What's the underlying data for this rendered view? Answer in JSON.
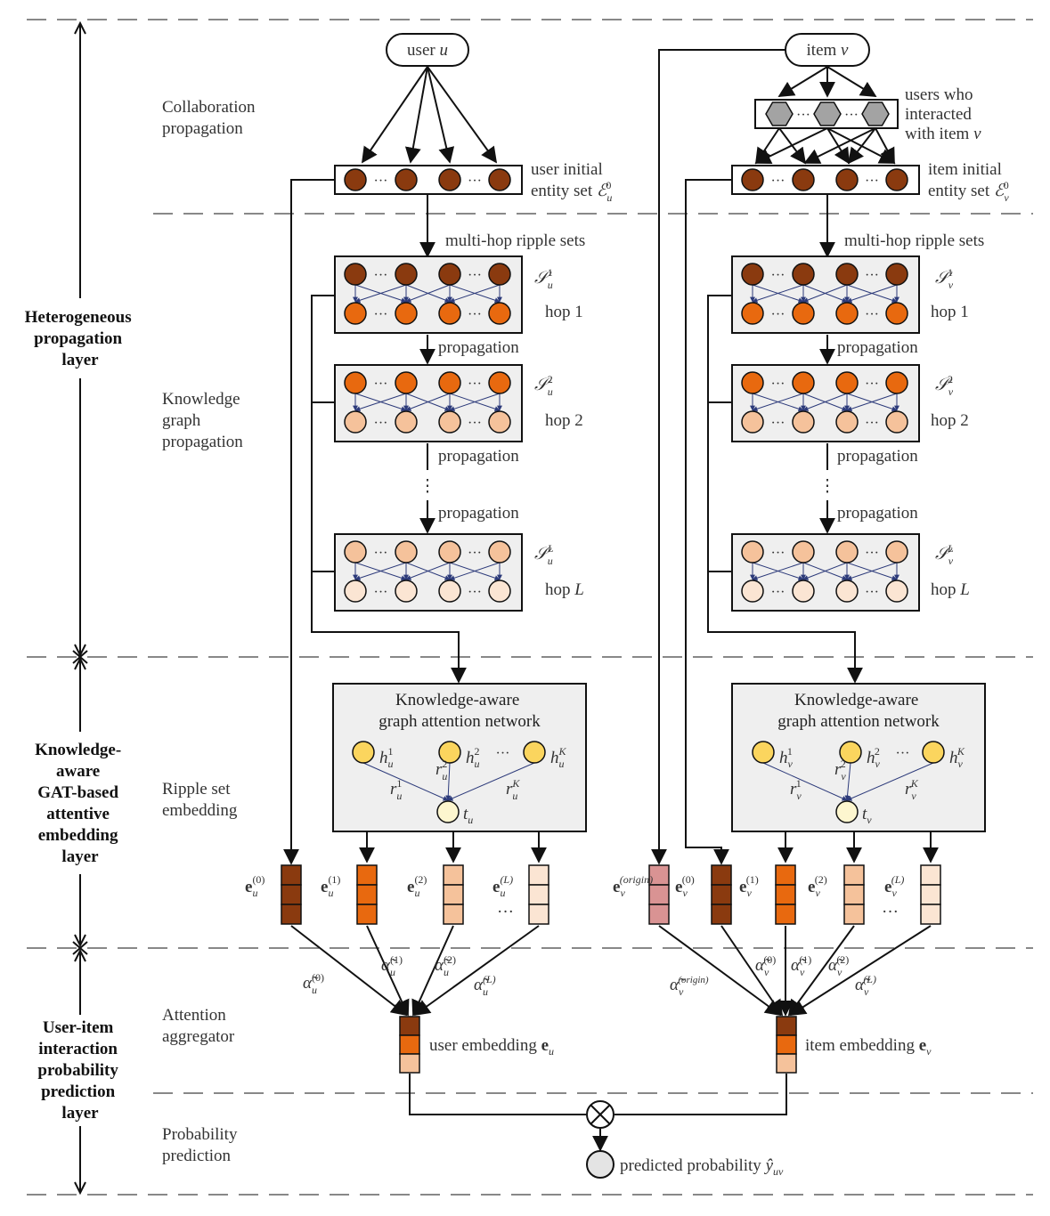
{
  "colors": {
    "dark_brown": "#8a3a0f",
    "orange": "#e8690f",
    "peach": "#f5c29b",
    "light_peach": "#fbe5d3",
    "pink": "#d99393",
    "yellow": "#fbd55e",
    "light_yellow": "#fdf6cf",
    "gray_hex": "#a3a3a3",
    "panel_gray": "#efefef",
    "arrow_blue": "#2c3a7a"
  },
  "layers": {
    "heterogeneous": [
      "Heterogeneous",
      "propagation",
      "layer"
    ],
    "gat": [
      "Knowledge-",
      "aware",
      "GAT-based",
      "attentive",
      "embedding",
      "layer"
    ],
    "prediction": [
      "User-item",
      "interaction",
      "probability",
      "prediction",
      "layer"
    ]
  },
  "stages": {
    "collaboration": [
      "Collaboration",
      "propagation"
    ],
    "kg": [
      "Knowledge",
      "graph",
      "propagation"
    ],
    "ripple": [
      "Ripple set",
      "embedding"
    ],
    "attention": [
      "Attention",
      "aggregator"
    ],
    "probability": [
      "Probability",
      "prediction"
    ]
  },
  "user": {
    "node_prefix": "user ",
    "node_var": "u",
    "initial_set": [
      "user initial",
      "entity set "
    ],
    "ripple_sets_label": "multi-hop ripple sets",
    "set_sub": "u",
    "hops": [
      "hop 1",
      "hop 2",
      "hop "
    ],
    "hop_last_var": "L",
    "propagation": "propagation",
    "gat_title": [
      "Knowledge-aware",
      "graph attention network"
    ],
    "embedding_label": "user embedding ",
    "embedding_sub": "u"
  },
  "item": {
    "node_prefix": "item ",
    "node_var": "v",
    "interacted": [
      "users who",
      "interacted",
      "with item "
    ],
    "initial_set": [
      "item initial",
      "entity set "
    ],
    "ripple_sets_label": "multi-hop ripple sets",
    "set_sub": "v",
    "hops": [
      "hop 1",
      "hop 2",
      "hop "
    ],
    "hop_last_var": "L",
    "propagation": "propagation",
    "gat_title": [
      "Knowledge-aware",
      "graph attention network"
    ],
    "embedding_label": "item embedding ",
    "embedding_sub": "v",
    "origin_sup": "(origin)"
  },
  "ellipsis": "···",
  "vertical_ellipsis": "⋮",
  "superscripts": [
    "(0)",
    "(1)",
    "(2)",
    "(L)"
  ],
  "prediction": {
    "label": "predicted probability "
  }
}
